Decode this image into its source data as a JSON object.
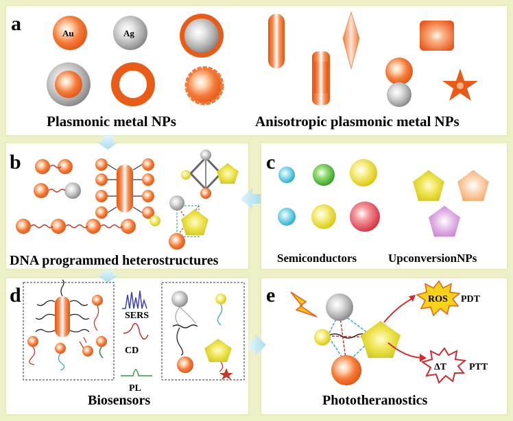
{
  "panels": {
    "a": {
      "letter": "a",
      "left_caption": "Plasmonic metal NPs",
      "right_caption": "Anisotropic plasmonic metal NPs",
      "au_label": "Au",
      "ag_label": "Ag"
    },
    "b": {
      "letter": "b",
      "caption": "DNA programmed heterostructures"
    },
    "c": {
      "letter": "c",
      "left_caption": "Semiconductors",
      "right_caption": "UpconversionNPs"
    },
    "d": {
      "letter": "d",
      "caption": "Biosensors",
      "sers_label": "SERS",
      "cd_label": "CD",
      "pl_label": "PL"
    },
    "e": {
      "letter": "e",
      "caption": "Phototheranostics",
      "ros_label": "ROS",
      "pdt_label": "PDT",
      "dt_label": "ΔT",
      "ptt_label": "PTT"
    }
  },
  "colors": {
    "background": "#eef0c8",
    "panel": "#ffffff",
    "gold": "#f06a2a",
    "silver": "#9e9e9e",
    "arrow": "#bfe6f2",
    "dna_red": "#c0392b",
    "dna_blue": "#3aa5c8",
    "yellow": "#e7df1e"
  },
  "icons": [
    "lightning-icon",
    "ros-burst-icon",
    "heat-burst-icon",
    "star-particle-icon"
  ]
}
